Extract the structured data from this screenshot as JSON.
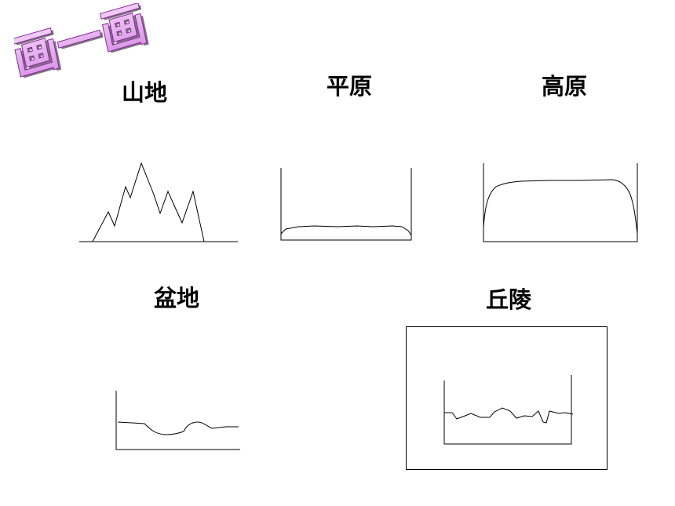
{
  "title": "画一画",
  "labels": {
    "mountain": "山地",
    "plain": "平原",
    "plateau": "高原",
    "basin": "盆地",
    "hills": "丘陵"
  },
  "colors": {
    "title_fill": "#e6b4f0",
    "title_stroke": "#8a1f9e",
    "title_shadow": "#6a6a6a",
    "line": "#000000"
  }
}
